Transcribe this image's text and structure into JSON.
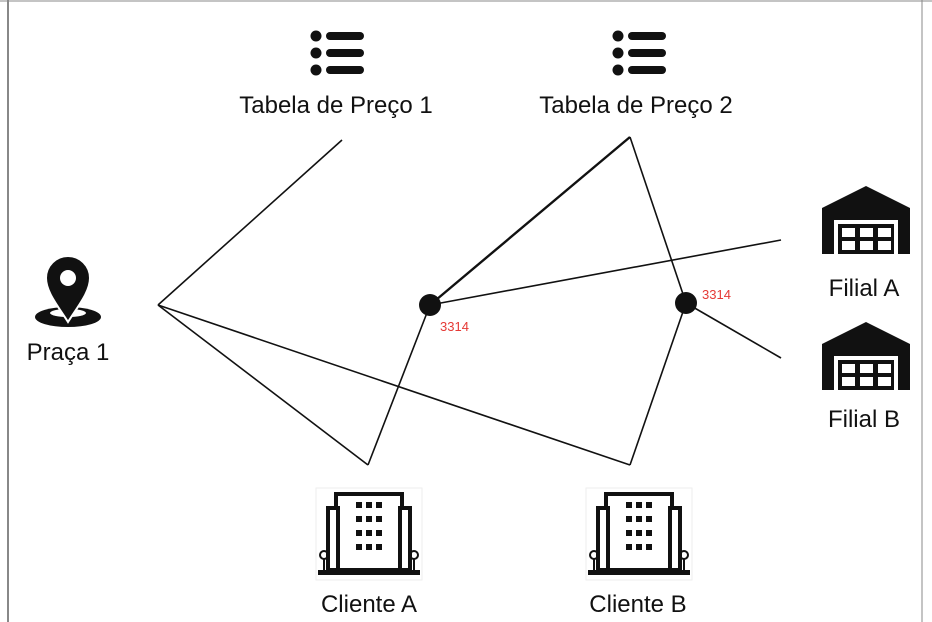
{
  "nodes": {
    "praca": {
      "label": "Praça 1",
      "icon": "location-pin-icon"
    },
    "tabela1": {
      "label": "Tabela de Preço 1",
      "icon": "list-icon"
    },
    "tabela2": {
      "label": "Tabela de Preço 2",
      "icon": "list-icon"
    },
    "filialA": {
      "label": "Filial A",
      "icon": "warehouse-icon"
    },
    "filialB": {
      "label": "Filial B",
      "icon": "warehouse-icon"
    },
    "clienteA": {
      "label": "Cliente A",
      "icon": "office-building-icon"
    },
    "clienteB": {
      "label": "Cliente B",
      "icon": "office-building-icon"
    }
  },
  "junctions": {
    "left": {
      "code": "3314"
    },
    "right": {
      "code": "3314"
    }
  },
  "colors": {
    "line": "#111111",
    "code_text": "#e53935",
    "icon": "#111111"
  }
}
